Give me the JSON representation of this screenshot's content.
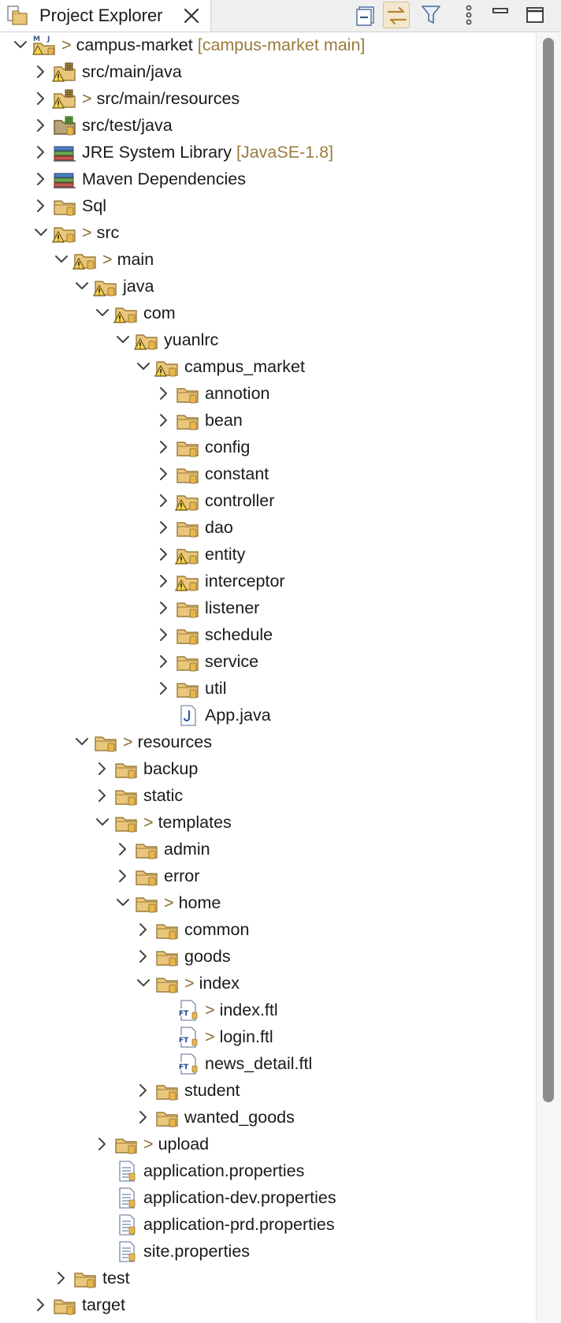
{
  "view": {
    "title": "Project Explorer",
    "toolbar": {
      "collapse_all": "collapse-all-icon",
      "link_with_editor": "link-with-editor-icon",
      "filter": "filter-icon",
      "view_menu": "view-menu-icon",
      "minimize": "minimize-icon",
      "maximize": "maximize-icon"
    }
  },
  "colors": {
    "folder": "#e9c67a",
    "decoration": "#9a7b3c",
    "scrollbar": "#8c8c8c"
  },
  "tree": [
    {
      "depth": 0,
      "twisty": "open",
      "icon": "maven-project",
      "prefix": ">",
      "label": "campus-market",
      "deco": "[campus-market main]"
    },
    {
      "depth": 1,
      "twisty": "closed",
      "icon": "source-folder-warning",
      "prefix": "",
      "label": "src/main/java",
      "deco": ""
    },
    {
      "depth": 1,
      "twisty": "closed",
      "icon": "source-folder-warning",
      "prefix": ">",
      "label": "src/main/resources",
      "deco": ""
    },
    {
      "depth": 1,
      "twisty": "closed",
      "icon": "test-source-folder",
      "prefix": "",
      "label": "src/test/java",
      "deco": ""
    },
    {
      "depth": 1,
      "twisty": "closed",
      "icon": "library",
      "prefix": "",
      "label": "JRE System Library",
      "deco": "[JavaSE-1.8]"
    },
    {
      "depth": 1,
      "twisty": "closed",
      "icon": "library",
      "prefix": "",
      "label": "Maven Dependencies",
      "deco": ""
    },
    {
      "depth": 1,
      "twisty": "closed",
      "icon": "folder",
      "prefix": "",
      "label": "Sql",
      "deco": ""
    },
    {
      "depth": 1,
      "twisty": "open",
      "icon": "folder-warning",
      "prefix": ">",
      "label": "src",
      "deco": ""
    },
    {
      "depth": 2,
      "twisty": "open",
      "icon": "folder-warning",
      "prefix": ">",
      "label": "main",
      "deco": ""
    },
    {
      "depth": 3,
      "twisty": "open",
      "icon": "folder-warning",
      "prefix": "",
      "label": "java",
      "deco": ""
    },
    {
      "depth": 4,
      "twisty": "open",
      "icon": "folder-warning",
      "prefix": "",
      "label": "com",
      "deco": ""
    },
    {
      "depth": 5,
      "twisty": "open",
      "icon": "folder-warning",
      "prefix": "",
      "label": "yuanlrc",
      "deco": ""
    },
    {
      "depth": 6,
      "twisty": "open",
      "icon": "folder-warning",
      "prefix": "",
      "label": "campus_market",
      "deco": ""
    },
    {
      "depth": 7,
      "twisty": "closed",
      "icon": "folder",
      "prefix": "",
      "label": "annotion",
      "deco": ""
    },
    {
      "depth": 7,
      "twisty": "closed",
      "icon": "folder",
      "prefix": "",
      "label": "bean",
      "deco": ""
    },
    {
      "depth": 7,
      "twisty": "closed",
      "icon": "folder",
      "prefix": "",
      "label": "config",
      "deco": ""
    },
    {
      "depth": 7,
      "twisty": "closed",
      "icon": "folder",
      "prefix": "",
      "label": "constant",
      "deco": ""
    },
    {
      "depth": 7,
      "twisty": "closed",
      "icon": "folder-warning",
      "prefix": "",
      "label": "controller",
      "deco": ""
    },
    {
      "depth": 7,
      "twisty": "closed",
      "icon": "folder",
      "prefix": "",
      "label": "dao",
      "deco": ""
    },
    {
      "depth": 7,
      "twisty": "closed",
      "icon": "folder-warning",
      "prefix": "",
      "label": "entity",
      "deco": ""
    },
    {
      "depth": 7,
      "twisty": "closed",
      "icon": "folder-warning",
      "prefix": "",
      "label": "interceptor",
      "deco": ""
    },
    {
      "depth": 7,
      "twisty": "closed",
      "icon": "folder",
      "prefix": "",
      "label": "listener",
      "deco": ""
    },
    {
      "depth": 7,
      "twisty": "closed",
      "icon": "folder",
      "prefix": "",
      "label": "schedule",
      "deco": ""
    },
    {
      "depth": 7,
      "twisty": "closed",
      "icon": "folder",
      "prefix": "",
      "label": "service",
      "deco": ""
    },
    {
      "depth": 7,
      "twisty": "closed",
      "icon": "folder",
      "prefix": "",
      "label": "util",
      "deco": ""
    },
    {
      "depth": 7,
      "twisty": "none",
      "icon": "java-file",
      "prefix": "",
      "label": "App.java",
      "deco": ""
    },
    {
      "depth": 3,
      "twisty": "open",
      "icon": "folder",
      "prefix": ">",
      "label": "resources",
      "deco": ""
    },
    {
      "depth": 4,
      "twisty": "closed",
      "icon": "folder",
      "prefix": "",
      "label": "backup",
      "deco": ""
    },
    {
      "depth": 4,
      "twisty": "closed",
      "icon": "folder",
      "prefix": "",
      "label": "static",
      "deco": ""
    },
    {
      "depth": 4,
      "twisty": "open",
      "icon": "folder",
      "prefix": ">",
      "label": "templates",
      "deco": ""
    },
    {
      "depth": 5,
      "twisty": "closed",
      "icon": "folder",
      "prefix": "",
      "label": "admin",
      "deco": ""
    },
    {
      "depth": 5,
      "twisty": "closed",
      "icon": "folder",
      "prefix": "",
      "label": "error",
      "deco": ""
    },
    {
      "depth": 5,
      "twisty": "open",
      "icon": "folder",
      "prefix": ">",
      "label": "home",
      "deco": ""
    },
    {
      "depth": 6,
      "twisty": "closed",
      "icon": "folder",
      "prefix": "",
      "label": "common",
      "deco": ""
    },
    {
      "depth": 6,
      "twisty": "closed",
      "icon": "folder",
      "prefix": "",
      "label": "goods",
      "deco": ""
    },
    {
      "depth": 6,
      "twisty": "open",
      "icon": "folder",
      "prefix": ">",
      "label": "index",
      "deco": ""
    },
    {
      "depth": 7,
      "twisty": "none",
      "icon": "ftl-file",
      "prefix": ">",
      "label": "index.ftl",
      "deco": ""
    },
    {
      "depth": 7,
      "twisty": "none",
      "icon": "ftl-file",
      "prefix": ">",
      "label": "login.ftl",
      "deco": ""
    },
    {
      "depth": 7,
      "twisty": "none",
      "icon": "ftl-file",
      "prefix": "",
      "label": "news_detail.ftl",
      "deco": ""
    },
    {
      "depth": 6,
      "twisty": "closed",
      "icon": "folder",
      "prefix": "",
      "label": "student",
      "deco": ""
    },
    {
      "depth": 6,
      "twisty": "closed",
      "icon": "folder",
      "prefix": "",
      "label": "wanted_goods",
      "deco": ""
    },
    {
      "depth": 4,
      "twisty": "closed",
      "icon": "folder",
      "prefix": ">",
      "label": "upload",
      "deco": ""
    },
    {
      "depth": 4,
      "twisty": "none",
      "icon": "properties-file",
      "prefix": "",
      "label": "application.properties",
      "deco": ""
    },
    {
      "depth": 4,
      "twisty": "none",
      "icon": "properties-file",
      "prefix": "",
      "label": "application-dev.properties",
      "deco": ""
    },
    {
      "depth": 4,
      "twisty": "none",
      "icon": "properties-file",
      "prefix": "",
      "label": "application-prd.properties",
      "deco": ""
    },
    {
      "depth": 4,
      "twisty": "none",
      "icon": "properties-file",
      "prefix": "",
      "label": "site.properties",
      "deco": ""
    },
    {
      "depth": 2,
      "twisty": "closed",
      "icon": "folder",
      "prefix": "",
      "label": "test",
      "deco": ""
    },
    {
      "depth": 1,
      "twisty": "closed",
      "icon": "folder",
      "prefix": "",
      "label": "target",
      "deco": ""
    }
  ]
}
